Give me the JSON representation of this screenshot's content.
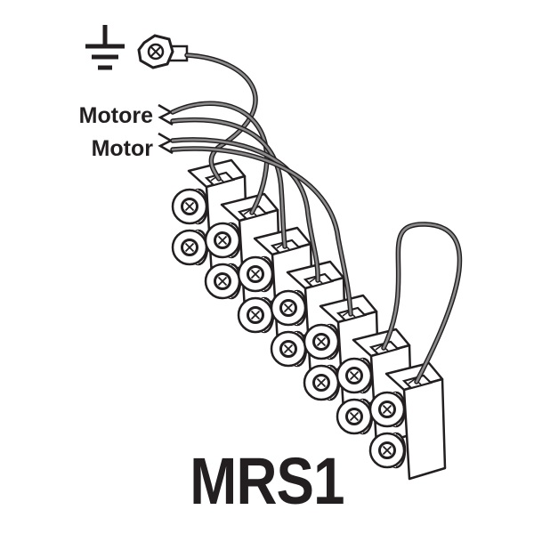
{
  "labels": {
    "motor_it": "Motore",
    "motor_en": "Motor",
    "model": "MRS1"
  },
  "terminal_block": {
    "positions": 7
  },
  "icons": {
    "ground": "ground-symbol-icon",
    "bolt": "ground-bolt-icon"
  },
  "colors": {
    "line": "#231f20",
    "wire": "#8c8c8c",
    "fill": "#ffffff"
  }
}
